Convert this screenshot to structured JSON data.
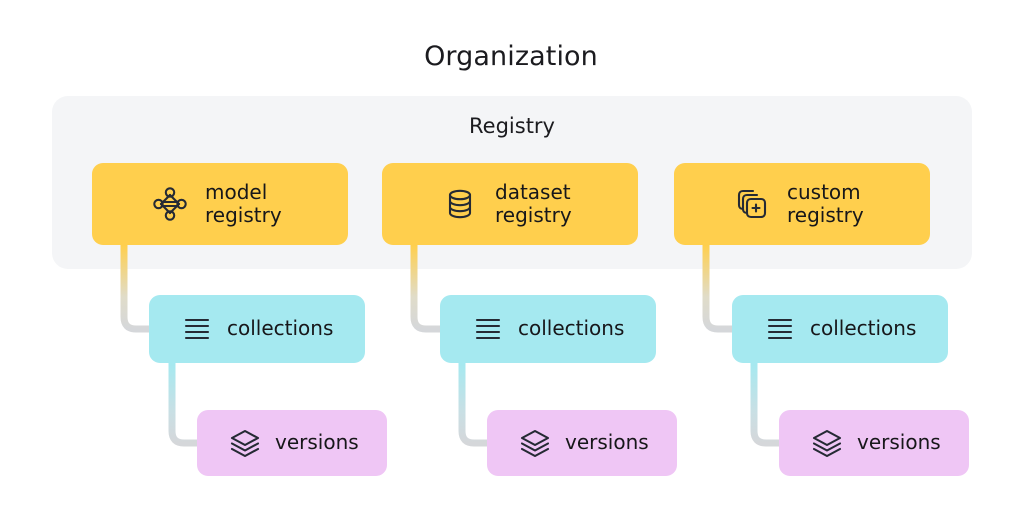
{
  "diagram": {
    "title": "Organization",
    "panel": {
      "title": "Registry",
      "background_color": "#F4F5F7"
    },
    "colors": {
      "registry_box": "#FFCF4D",
      "collections_box": "#A5E9F0",
      "versions_box": "#EFC6F5",
      "panel_background": "#F4F5F7",
      "text": "#17171A",
      "icon": "#252A34",
      "connector_gray": "#D5D7DA"
    },
    "columns": [
      {
        "registry": {
          "label": "model\nregistry",
          "icon": "model-graph-icon"
        },
        "collections": {
          "label": "collections",
          "icon": "list-lines-icon"
        },
        "versions": {
          "label": "versions",
          "icon": "layers-stack-icon"
        }
      },
      {
        "registry": {
          "label": "dataset\nregistry",
          "icon": "database-cylinder-icon"
        },
        "collections": {
          "label": "collections",
          "icon": "list-lines-icon"
        },
        "versions": {
          "label": "versions",
          "icon": "layers-stack-icon"
        }
      },
      {
        "registry": {
          "label": "custom\nregistry",
          "icon": "stacked-squares-plus-icon"
        },
        "collections": {
          "label": "collections",
          "icon": "list-lines-icon"
        },
        "versions": {
          "label": "versions",
          "icon": "layers-stack-icon"
        }
      }
    ]
  }
}
